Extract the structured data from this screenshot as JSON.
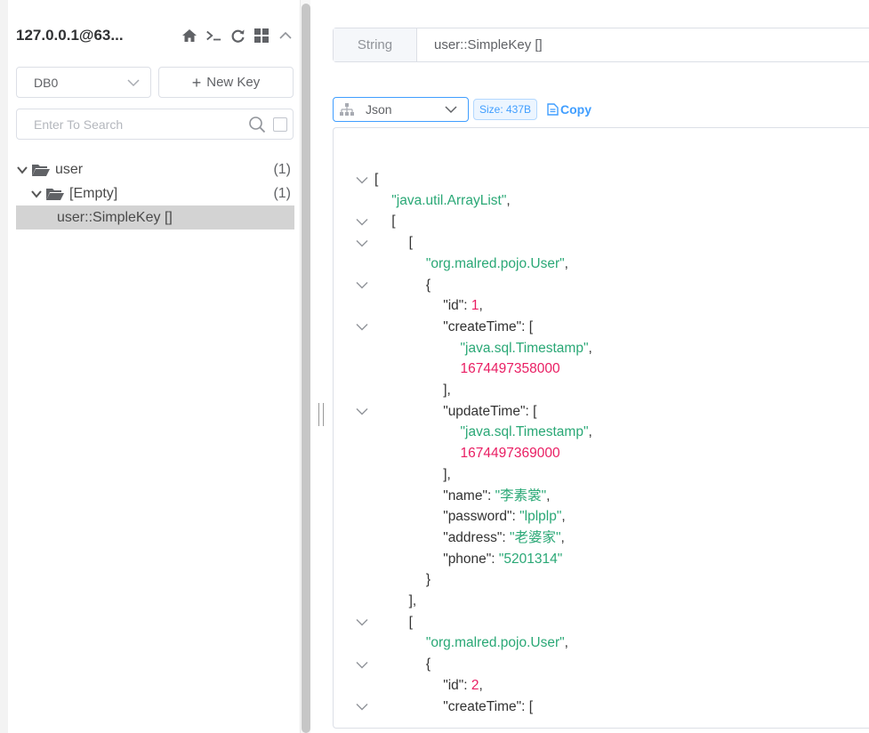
{
  "connection": {
    "name": "127.0.0.1@63..."
  },
  "db_select": {
    "value": "DB0"
  },
  "new_key": {
    "label": "New Key"
  },
  "search": {
    "placeholder": "Enter To Search"
  },
  "tree": {
    "items": [
      {
        "label": "user",
        "count": "(1)"
      },
      {
        "label": "[Empty]",
        "count": "(1)"
      },
      {
        "label": "user::SimpleKey []"
      }
    ]
  },
  "key_header": {
    "type": "String",
    "key": "user::SimpleKey []"
  },
  "format": {
    "value": "Json",
    "size": "Size: 437B",
    "copy_label": "Copy"
  },
  "json_lines": [
    {
      "indent": 0,
      "fold": true,
      "parts": [
        [
          "p",
          "["
        ]
      ]
    },
    {
      "indent": 1,
      "fold": false,
      "parts": [
        [
          "s",
          "\"java.util.ArrayList\""
        ],
        [
          "p",
          ","
        ]
      ]
    },
    {
      "indent": 1,
      "fold": true,
      "parts": [
        [
          "p",
          "["
        ]
      ]
    },
    {
      "indent": 2,
      "fold": true,
      "parts": [
        [
          "p",
          "["
        ]
      ]
    },
    {
      "indent": 3,
      "fold": false,
      "parts": [
        [
          "s",
          "\"org.malred.pojo.User\""
        ],
        [
          "p",
          ","
        ]
      ]
    },
    {
      "indent": 3,
      "fold": true,
      "parts": [
        [
          "p",
          "{"
        ]
      ]
    },
    {
      "indent": 4,
      "fold": false,
      "parts": [
        [
          "k",
          "\"id\""
        ],
        [
          "p",
          ": "
        ],
        [
          "n",
          "1"
        ],
        [
          "p",
          ","
        ]
      ]
    },
    {
      "indent": 4,
      "fold": true,
      "parts": [
        [
          "k",
          "\"createTime\""
        ],
        [
          "p",
          ": ["
        ]
      ]
    },
    {
      "indent": 5,
      "fold": false,
      "parts": [
        [
          "s",
          "\"java.sql.Timestamp\""
        ],
        [
          "p",
          ","
        ]
      ]
    },
    {
      "indent": 5,
      "fold": false,
      "parts": [
        [
          "n",
          "1674497358000"
        ]
      ]
    },
    {
      "indent": 4,
      "fold": false,
      "parts": [
        [
          "p",
          "],"
        ]
      ]
    },
    {
      "indent": 4,
      "fold": true,
      "parts": [
        [
          "k",
          "\"updateTime\""
        ],
        [
          "p",
          ": ["
        ]
      ]
    },
    {
      "indent": 5,
      "fold": false,
      "parts": [
        [
          "s",
          "\"java.sql.Timestamp\""
        ],
        [
          "p",
          ","
        ]
      ]
    },
    {
      "indent": 5,
      "fold": false,
      "parts": [
        [
          "n",
          "1674497369000"
        ]
      ]
    },
    {
      "indent": 4,
      "fold": false,
      "parts": [
        [
          "p",
          "],"
        ]
      ]
    },
    {
      "indent": 4,
      "fold": false,
      "parts": [
        [
          "k",
          "\"name\""
        ],
        [
          "p",
          ": "
        ],
        [
          "s",
          "\"李素裳\""
        ],
        [
          "p",
          ","
        ]
      ]
    },
    {
      "indent": 4,
      "fold": false,
      "parts": [
        [
          "k",
          "\"password\""
        ],
        [
          "p",
          ": "
        ],
        [
          "s",
          "\"lplplp\""
        ],
        [
          "p",
          ","
        ]
      ]
    },
    {
      "indent": 4,
      "fold": false,
      "parts": [
        [
          "k",
          "\"address\""
        ],
        [
          "p",
          ": "
        ],
        [
          "s",
          "\"老婆家\""
        ],
        [
          "p",
          ","
        ]
      ]
    },
    {
      "indent": 4,
      "fold": false,
      "parts": [
        [
          "k",
          "\"phone\""
        ],
        [
          "p",
          ": "
        ],
        [
          "s",
          "\"5201314\""
        ]
      ]
    },
    {
      "indent": 3,
      "fold": false,
      "parts": [
        [
          "p",
          "}"
        ]
      ]
    },
    {
      "indent": 2,
      "fold": false,
      "parts": [
        [
          "p",
          "],"
        ]
      ]
    },
    {
      "indent": 2,
      "fold": true,
      "parts": [
        [
          "p",
          "["
        ]
      ]
    },
    {
      "indent": 3,
      "fold": false,
      "parts": [
        [
          "s",
          "\"org.malred.pojo.User\""
        ],
        [
          "p",
          ","
        ]
      ]
    },
    {
      "indent": 3,
      "fold": true,
      "parts": [
        [
          "p",
          "{"
        ]
      ]
    },
    {
      "indent": 4,
      "fold": false,
      "parts": [
        [
          "k",
          "\"id\""
        ],
        [
          "p",
          ": "
        ],
        [
          "n",
          "2"
        ],
        [
          "p",
          ","
        ]
      ]
    },
    {
      "indent": 4,
      "fold": true,
      "parts": [
        [
          "k",
          "\"createTime\""
        ],
        [
          "p",
          ": ["
        ]
      ]
    }
  ],
  "colors": {
    "string": "#2aa876",
    "number": "#e91e63",
    "accent": "#409eff"
  }
}
